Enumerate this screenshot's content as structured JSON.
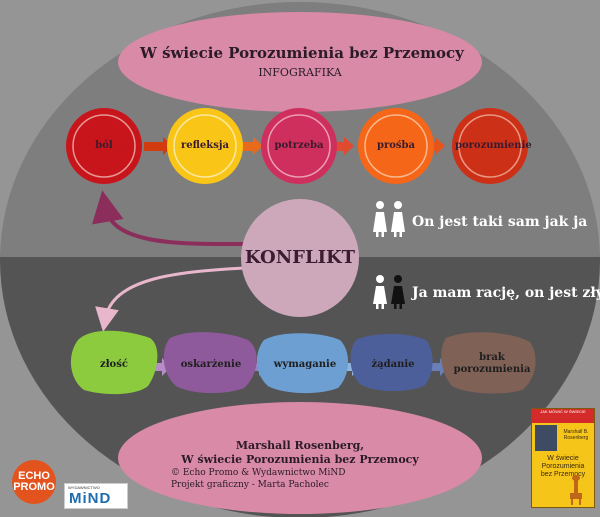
{
  "header": {
    "title": "W świecie Porozumienia bez Przemocy",
    "subtitle": "INFOGRAFIKA"
  },
  "colors": {
    "background": "#959595",
    "upper_half": "#7e7e7e",
    "lower_half": "#545454",
    "pink": "#d88aa7",
    "konflikt": "#cda8bb"
  },
  "top_row": [
    {
      "label": "ból",
      "color": "#c8151c"
    },
    {
      "label": "refleksja",
      "color": "#f9c617"
    },
    {
      "label": "potrzeba",
      "color": "#cf2f5c"
    },
    {
      "label": "prośba",
      "color": "#f56618"
    },
    {
      "label": "porozumienie",
      "color": "#cc3117"
    }
  ],
  "center": {
    "label": "KONFLIKT"
  },
  "statements": {
    "cooperative": "On jest taki sam jak ja",
    "conflict": "Ja mam rację, on jest zły"
  },
  "icons": {
    "cooperative": "two-white-figures-icon",
    "conflict": "white-and-black-figure-icon"
  },
  "bottom_row": [
    {
      "label": "złość",
      "color": "#8ccb3d"
    },
    {
      "label": "oskarżenie",
      "color": "#8f5a9b"
    },
    {
      "label": "wymaganie",
      "color": "#6d9fd3"
    },
    {
      "label": "żądanie",
      "color": "#4d5f9b"
    },
    {
      "label_line1": "brak",
      "label_line2": "porozumienia",
      "color": "#806156"
    }
  ],
  "footer": {
    "line1": "Marshall Rosenberg,",
    "line2": "W świecie Porozumienia bez Przemocy",
    "line3": "© Echo Promo & Wydawnictwo MiND",
    "line4": "Projekt graficzny - Marta Pacholec"
  },
  "logos": {
    "echo_line1": "ECHO",
    "echo_line2": "PROMO",
    "mind_small": "WYDAWNICTWO",
    "mind_big": "MiND"
  },
  "book_cover": {
    "top_text": "JAK MÓWIĆ W ŚWIECIE",
    "author": "Marshall B. Rosenberg",
    "title": "W świecie Porozumienia bez Przemocy"
  }
}
